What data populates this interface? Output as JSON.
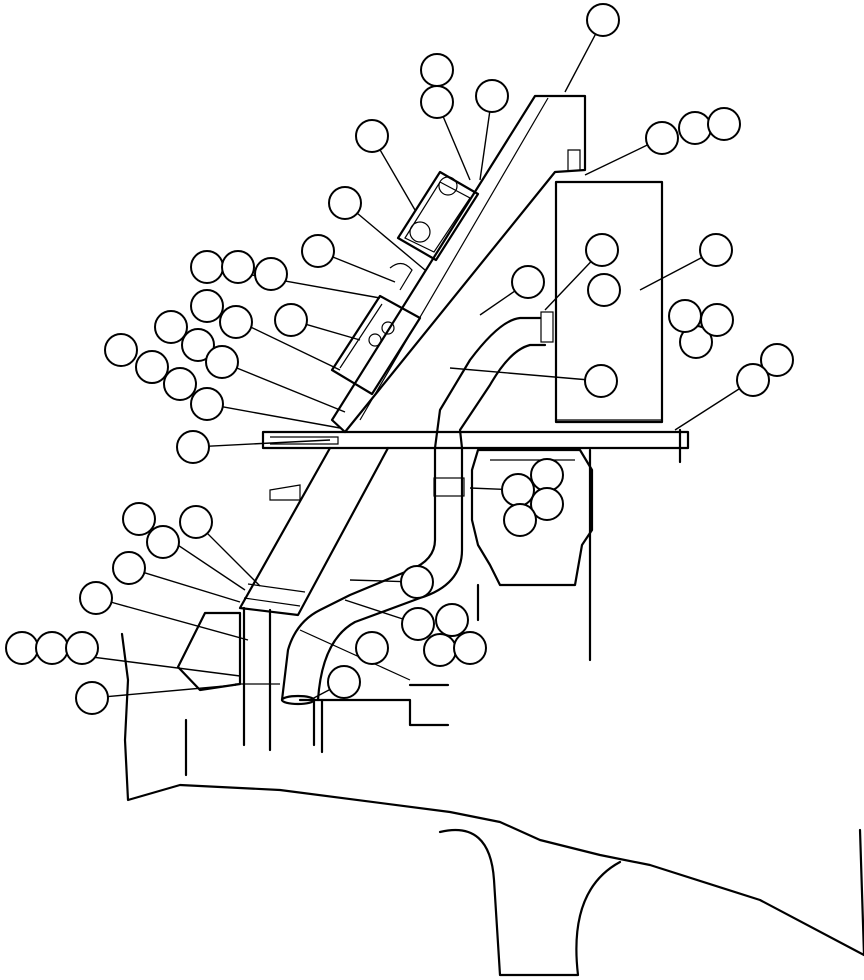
{
  "diagram": {
    "type": "technical-exploded-parts-drawing",
    "line_color": "#000000",
    "background": "#ffffff",
    "callout_style": "empty-circle-balloon",
    "callout_count": 54
  }
}
